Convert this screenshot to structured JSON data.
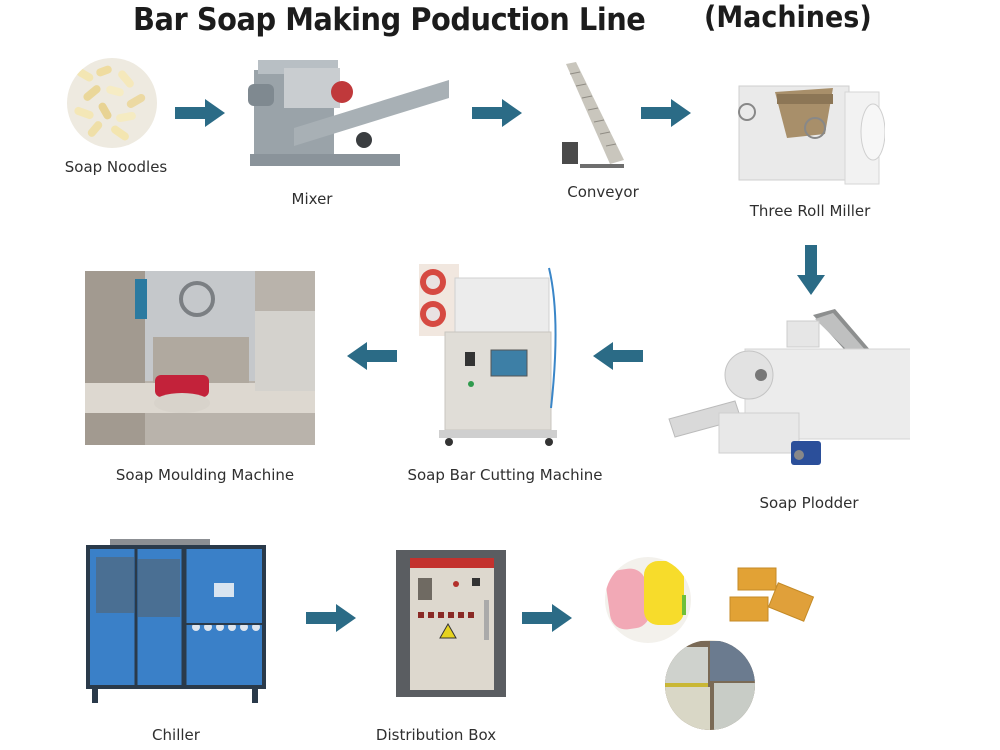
{
  "title": {
    "main": "Bar Soap Making Poduction Line",
    "sub": "(Machines)"
  },
  "colors": {
    "arrow": "#2b6b86",
    "text": "#2f2f2f"
  },
  "stages": [
    {
      "id": "soap-noodles",
      "label": "Soap Noodles",
      "image": "soap-noodles-photo"
    },
    {
      "id": "mixer",
      "label": "Mixer",
      "image": "mixer-machine-photo"
    },
    {
      "id": "conveyor",
      "label": "Conveyor",
      "image": "conveyor-photo"
    },
    {
      "id": "three-roll-miller",
      "label": "Three Roll Miller",
      "image": "three-roll-miller-photo"
    },
    {
      "id": "soap-plodder",
      "label": "Soap Plodder",
      "image": "soap-plodder-photo"
    },
    {
      "id": "soap-bar-cutting-machine",
      "label": "Soap Bar Cutting Machine",
      "image": "cutting-machine-photo"
    },
    {
      "id": "soap-moulding-machine",
      "label": "Soap Moulding Machine",
      "image": "moulding-machine-photo"
    },
    {
      "id": "chiller",
      "label": "Chiller",
      "image": "chiller-photo"
    },
    {
      "id": "distribution-box",
      "label": "Distribution Box",
      "image": "distribution-box-photo"
    },
    {
      "id": "finished-soap",
      "label": "",
      "image": "finished-soap-bars-photo"
    }
  ],
  "flow": [
    {
      "from": "Soap Noodles",
      "to": "Mixer",
      "direction": "right"
    },
    {
      "from": "Mixer",
      "to": "Conveyor",
      "direction": "right"
    },
    {
      "from": "Conveyor",
      "to": "Three Roll Miller",
      "direction": "right"
    },
    {
      "from": "Three Roll Miller",
      "to": "Soap Plodder",
      "direction": "down"
    },
    {
      "from": "Soap Plodder",
      "to": "Soap Bar Cutting Machine",
      "direction": "left"
    },
    {
      "from": "Soap Bar Cutting Machine",
      "to": "Soap Moulding Machine",
      "direction": "left"
    },
    {
      "from": "Chiller",
      "to": "Distribution Box",
      "direction": "right"
    },
    {
      "from": "Distribution Box",
      "to": "Finished Soap",
      "direction": "right"
    }
  ]
}
